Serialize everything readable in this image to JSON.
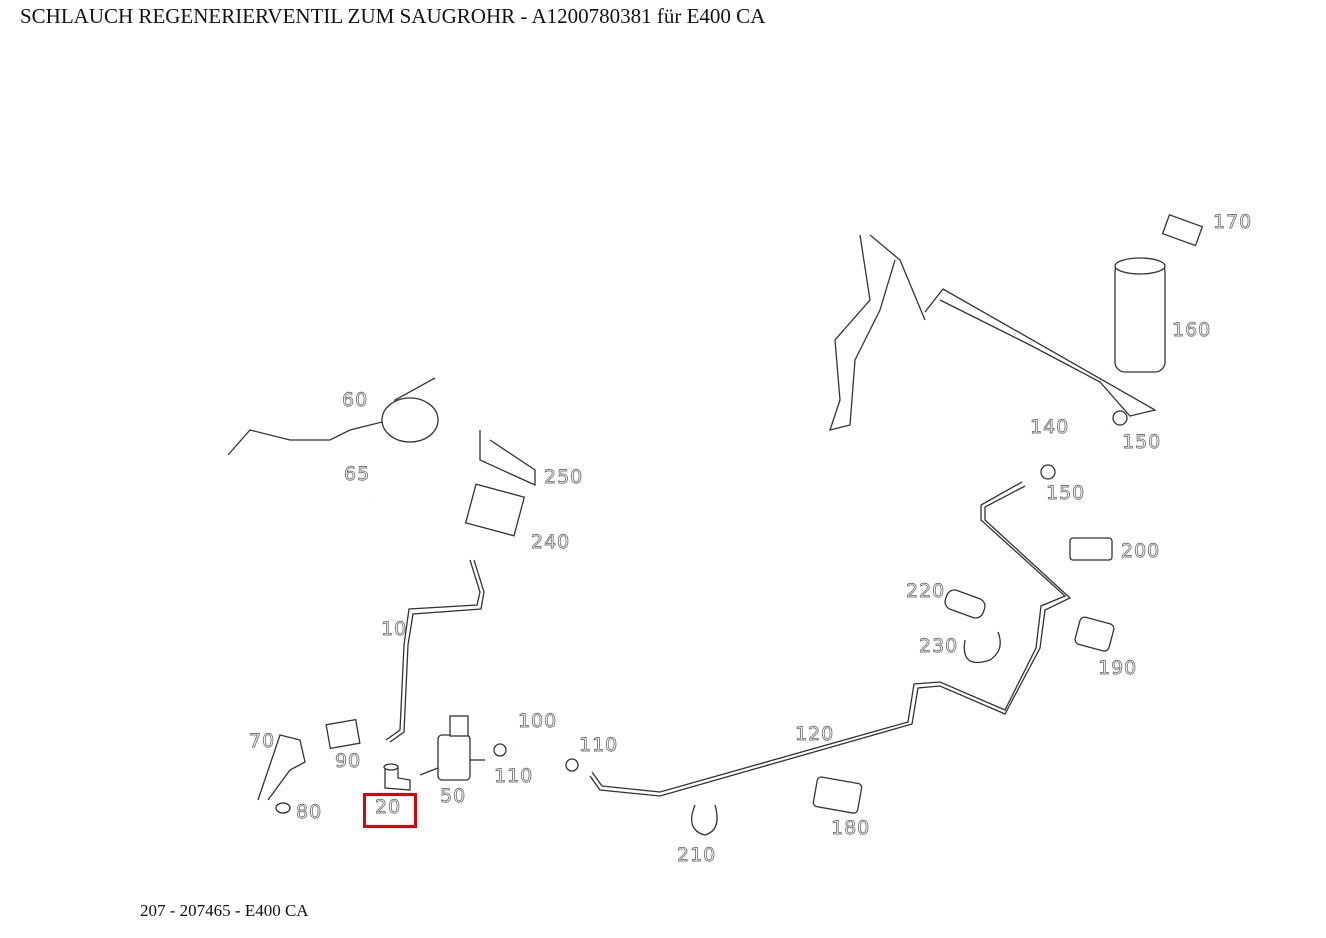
{
  "title": "SCHLAUCH REGENERIERVENTIL ZUM SAUGROHR - A1200780381 für E400 CA",
  "footer": "207 - 207465 - E400 CA",
  "highlight_color": "#e0000b",
  "highlighted_part": "20",
  "labels": {
    "p170": "170",
    "p160": "160",
    "p140": "140",
    "p150a": "150",
    "p150b": "150",
    "p200": "200",
    "p220": "220",
    "p230": "230",
    "p190": "190",
    "p120": "120",
    "p180": "180",
    "p210": "210",
    "p110a": "110",
    "p110b": "110",
    "p100": "100",
    "p50": "50",
    "p20": "20",
    "p70": "70",
    "p90": "90",
    "p80": "80",
    "p10": "10",
    "p60": "60",
    "p65": "65",
    "p250": "250",
    "p240": "240"
  }
}
